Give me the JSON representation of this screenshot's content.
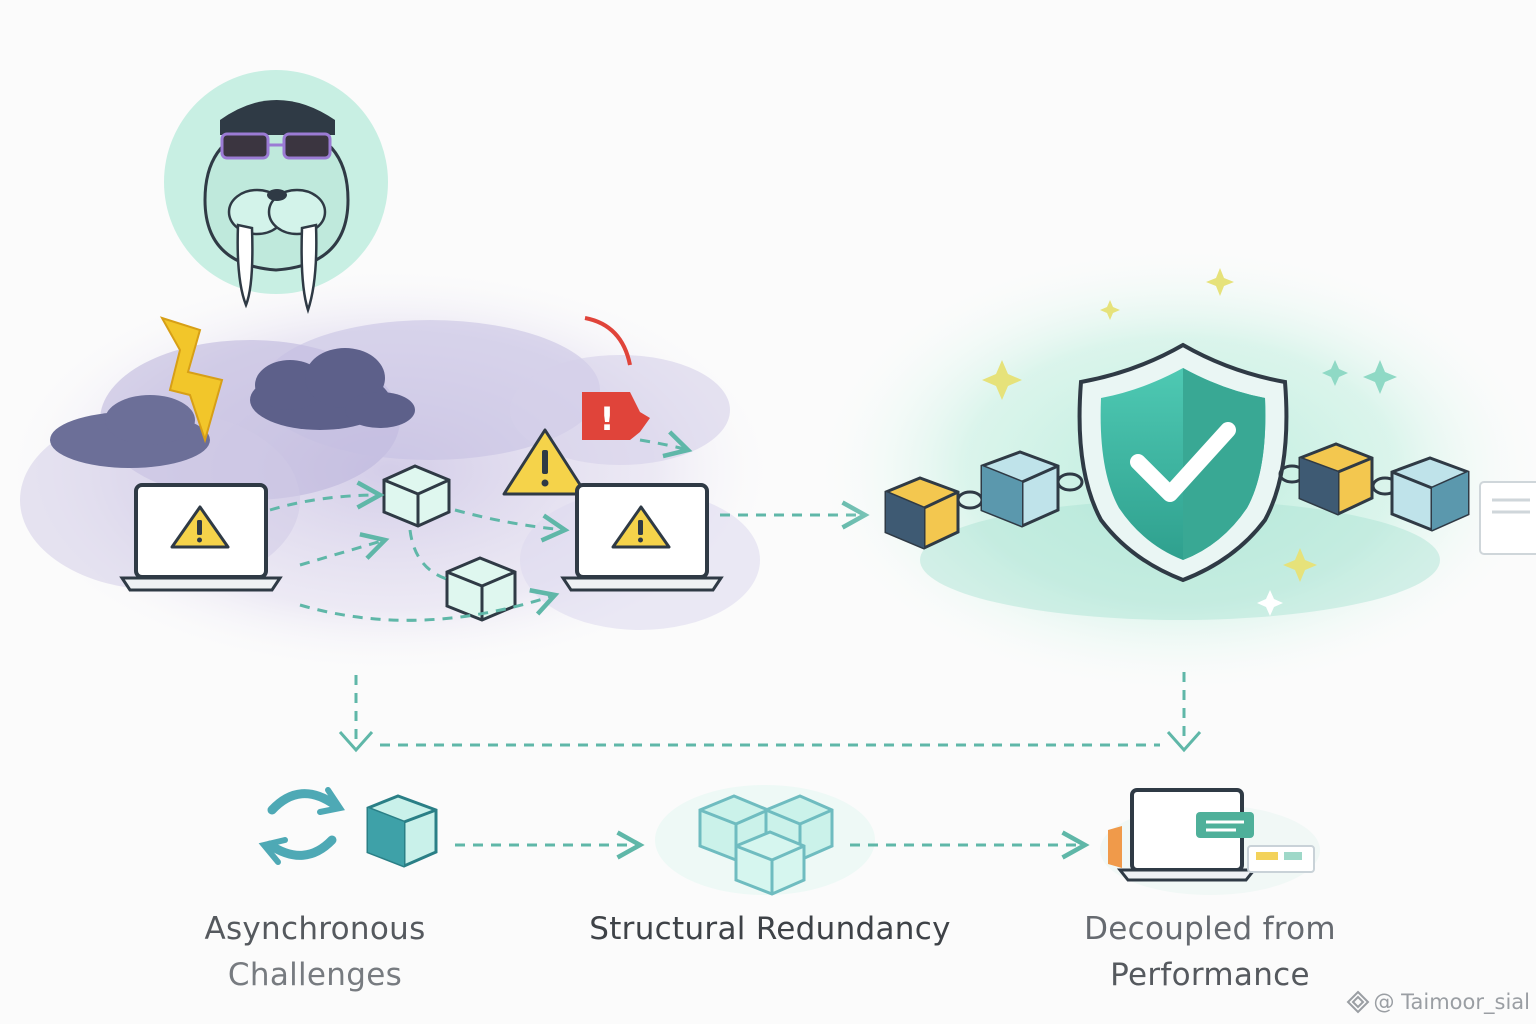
{
  "steps": [
    {
      "line1": "Asynchronous",
      "line2": "Challenges"
    },
    {
      "line1": "Structural Redundancy"
    },
    {
      "line1": "Decoupled from",
      "line2": "Performance"
    }
  ],
  "alert_glyph": "!",
  "watermark": {
    "text": "@ Taimoor_sial",
    "icon": "diamond-logo-icon"
  },
  "colors": {
    "teal": "#3fb8a5",
    "mint": "#c9efe4",
    "storm": "#7a7fa8",
    "warning": "#f5d34a",
    "alert_red": "#e0443a",
    "outline": "#2f3a45"
  },
  "icons": [
    "walrus-mascot-icon",
    "lightning-icon",
    "warning-icon",
    "shield-check-icon",
    "laptop-icon",
    "cube-icon",
    "sync-icon",
    "chain-link-icon",
    "sparkle-icon"
  ]
}
